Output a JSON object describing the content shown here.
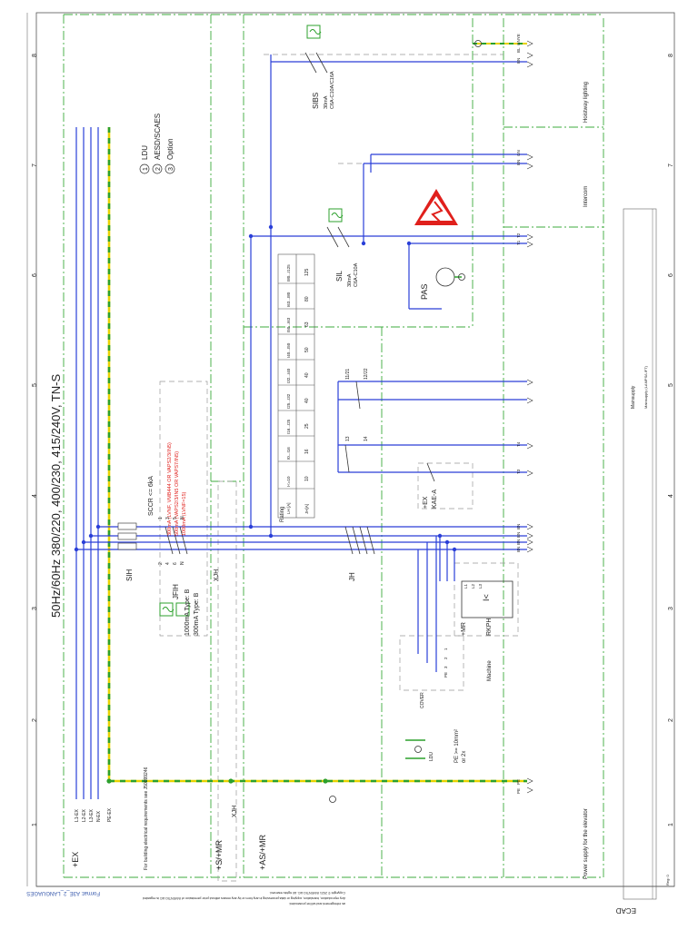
{
  "main_title": "50Hz/60Hz 380/220, 400/230, 415/240V, TN-S",
  "legend": {
    "n1": "1",
    "l1": "LDU",
    "n2": "2",
    "l2": "AESD/SCAES",
    "n3": "3",
    "l3": "Option"
  },
  "location": {
    "ex": "+EX",
    "smr": "+S/+MR",
    "asmr": "+AS/+MR",
    "ex_kae": "+EX",
    "kae_a": "KAE-A",
    "mr": "+MR",
    "rkph": "RKPH"
  },
  "building_note": "For building electrical requirements see J50099246",
  "bus_labels": [
    "L1-EX",
    "L2-EX",
    "L3-EX",
    "N-EX",
    "PE-EX"
  ],
  "components": {
    "sih": "SIH",
    "jfih": "JFIH",
    "jh": "JH",
    "xjh": "XJH",
    "xjh2": "XJH",
    "sil": "SIL",
    "sibs": "SIBS",
    "pas": "PAS"
  },
  "rcd": {
    "type_b_1000": "1000mA Type: B",
    "type_b_300": "300mA Type: B",
    "sens": "30mA",
    "opt": "3"
  },
  "red_notes": [
    "300mA (LVNF, VMB444 OR VAPS2/3/IN5)",
    "500mA (VAPS2/3/IN5 OR VAPS7/IN5)",
    "1000mA (LVNF=15)"
  ],
  "sccr": "SCCR <= 6kA",
  "sil_desc": {
    "a": "30mA",
    "b": "C6A-C10A"
  },
  "sibs_desc": {
    "a": "30mA",
    "b": "C6A-C10A/C16A"
  },
  "rating_table": {
    "title": "Rating",
    "row1_head": "LH [A]",
    "row2_head": "JH[A]",
    "row1": [
      "I<=10",
      "I0...I16",
      "I16...I25",
      "I25...I32",
      "I32...I40",
      "I40...I50",
      "I50...I63",
      "I63...I80",
      "I80...I125"
    ],
    "row2": [
      "10",
      "16",
      "25",
      "40",
      "40",
      "50",
      "63",
      "80",
      "125"
    ]
  },
  "terminals_top": [
    "BL",
    "BN",
    "GNYE"
  ],
  "terminals_intercom": [
    "BN",
    "GN"
  ],
  "terminals_mid": [
    "T1",
    "T2",
    "T3",
    "T4"
  ],
  "terminals_main": [
    "BN",
    "BN",
    "BN",
    "BN"
  ],
  "terminals_pe": [
    "PE",
    "PE"
  ],
  "machine": "Machine",
  "machine_terminals": [
    "1",
    "2",
    "3",
    "PE"
  ],
  "relay": {
    "label": "I<",
    "terminals": [
      "L1",
      "L2",
      "L3"
    ]
  },
  "pe_note": {
    "a": "PE >= 10mm²",
    "b": "or 2x"
  },
  "cover": "COVER",
  "ldu_small": "LDU",
  "switch_pins": {
    "a": "1",
    "b": "3",
    "c": "5",
    "d": "N",
    "e": "2",
    "f": "4",
    "g": "6",
    "h": "N"
  },
  "contact_pins": {
    "a": "11/21",
    "b": "12/22",
    "c": "13",
    "d": "14"
  },
  "section_titles": {
    "hoist": "Hoistway lighting",
    "intercom": "Intercom",
    "power": "Power supply for the elevator"
  },
  "grid_numbers": [
    "1",
    "2",
    "3",
    "4",
    "5",
    "6",
    "7",
    "8"
  ],
  "title_block": {
    "project": "Mainsupply",
    "desc": "Mainsupply (LAMPS/LIFT)",
    "company": "ECAD",
    "sheet": "Reg: 0"
  },
  "copyright": [
    "Copyright © 2021 INVENTIO AG. All rights reserved.",
    "Any reproduction, translation, copying or data processing in any form or by any means without prior permission of INVENTIO AG is regarded",
    "as infringement and will be prosecuted."
  ],
  "format": "Format: A3E_2_LANGUAGES"
}
